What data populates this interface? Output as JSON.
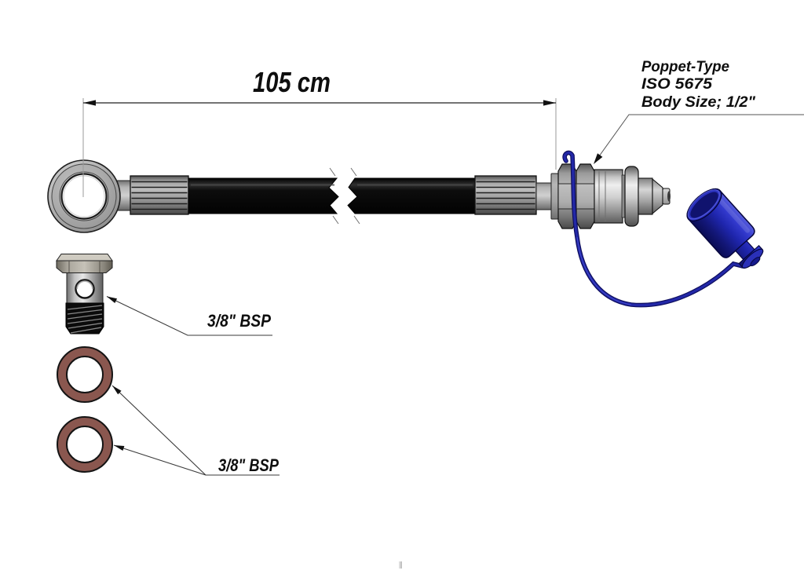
{
  "dimension": {
    "label": "105 cm"
  },
  "callout_coupler": {
    "lines": [
      "Poppet-Type",
      "ISO 5675",
      "Body Size; 1/2\""
    ]
  },
  "callout_bolt": {
    "label": "3/8\" BSP"
  },
  "callout_washers": {
    "label": "3/8\" BSP"
  },
  "colors": {
    "hose": "#0a0a0a",
    "metal_light": "#c6c2b8",
    "washer": "#8a574f",
    "lanyard": "#2328a8",
    "cap_blue": "#232ab6",
    "line": "#555555"
  }
}
